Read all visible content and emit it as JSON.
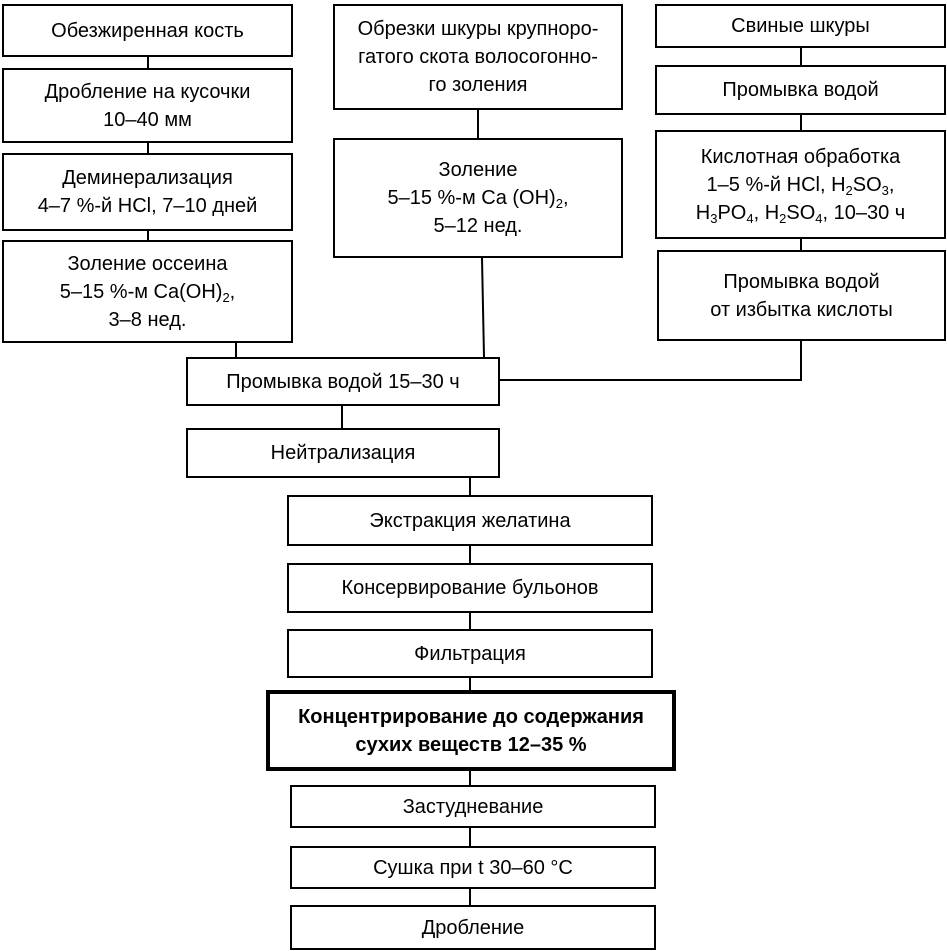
{
  "colors": {
    "stroke": "#000000",
    "background": "#ffffff"
  },
  "left_column": {
    "raw_bone": [
      "Обезжиренная кость"
    ],
    "crushing": [
      "Дробление на кусочки",
      "10–40 мм"
    ],
    "demineralization": [
      "Деминерализация",
      "4–7 %-й HCl, 7–10 дней"
    ],
    "ossein_liming": [
      {
        "parts": [
          {
            "t": "Золение оссеина"
          }
        ]
      },
      {
        "parts": [
          {
            "t": "5–15 %-м Ca(OH)"
          },
          {
            "t": "2",
            "sub": true
          },
          {
            "t": ","
          }
        ]
      },
      {
        "parts": [
          {
            "t": "3–8 нед."
          }
        ]
      }
    ]
  },
  "middle_column": {
    "hide_trimmings": [
      "Обрезки шкуры крупноро-",
      "гатого скота волосогонно-",
      "го золения"
    ],
    "liming": [
      {
        "parts": [
          {
            "t": "Золение"
          }
        ]
      },
      {
        "parts": [
          {
            "t": "5–15 %-м Ca (OH)"
          },
          {
            "t": "2",
            "sub": true
          },
          {
            "t": ","
          }
        ]
      },
      {
        "parts": [
          {
            "t": "5–12 нед."
          }
        ]
      }
    ]
  },
  "right_column": {
    "pig_skins": [
      "Свиные шкуры"
    ],
    "water_wash": [
      "Промывка водой"
    ],
    "acid_treatment": [
      {
        "parts": [
          {
            "t": "Кислотная обработка"
          }
        ]
      },
      {
        "parts": [
          {
            "t": "1–5 %-й HCl, H"
          },
          {
            "t": "2",
            "sub": true
          },
          {
            "t": "SO"
          },
          {
            "t": "3",
            "sub": true
          },
          {
            "t": ","
          }
        ]
      },
      {
        "parts": [
          {
            "t": "H"
          },
          {
            "t": "3",
            "sub": true
          },
          {
            "t": "PO"
          },
          {
            "t": "4",
            "sub": true
          },
          {
            "t": ", H"
          },
          {
            "t": "2",
            "sub": true
          },
          {
            "t": "SO"
          },
          {
            "t": "4",
            "sub": true
          },
          {
            "t": ", 10–30 ч"
          }
        ]
      }
    ],
    "acid_wash": [
      "Промывка водой",
      "от избытка кислоты"
    ]
  },
  "main_flow": {
    "wash": [
      "Промывка водой 15–30 ч"
    ],
    "neutralization": [
      "Нейтрализация"
    ],
    "extraction": [
      "Экстракция желатина"
    ],
    "preservation": [
      "Консервирование бульонов"
    ],
    "filtration": [
      "Фильтрация"
    ],
    "concentration": [
      "Концентрирование до содержания",
      "сухих веществ 12–35 %"
    ],
    "gelation": [
      "Застудневание"
    ],
    "drying": [
      "Сушка при t 30–60 °С"
    ],
    "grinding": [
      "Дробление"
    ]
  }
}
